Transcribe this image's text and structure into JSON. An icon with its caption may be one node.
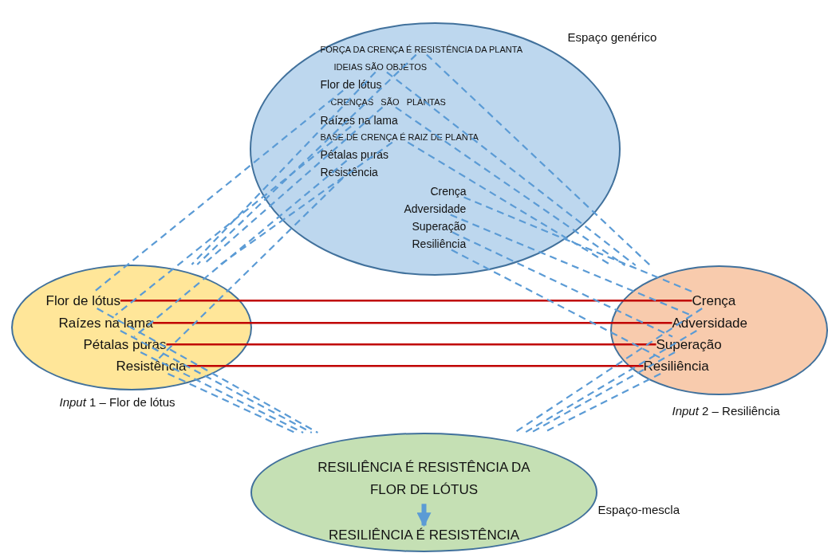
{
  "diagram": {
    "nodes": [
      {
        "text": [
          "Espaço genérico"
        ]
      },
      {
        "text": [
          "FORÇA DA CRENÇA É RESISTÊNCIA DA PLANTA"
        ],
        "in": 0
      },
      {
        "text": [
          "IDEIAS SÃO OBJETOS"
        ],
        "in": 0
      },
      {
        "text": [
          "Flor de lótus"
        ],
        "in": 0
      },
      {
        "text": [
          "CRENÇAS SÃO PLANTAS"
        ],
        "in": 0
      },
      {
        "text": [
          "Raízes na lama"
        ],
        "in": 0
      },
      {
        "text": [
          "BASE DE CRENÇA É RAIZ DE PLANTA"
        ],
        "in": 0
      },
      {
        "text": [
          "Pétalas puras"
        ],
        "in": 0
      },
      {
        "text": [
          "Resistência"
        ],
        "in": 0
      },
      {
        "text": [
          "Crença"
        ],
        "in": 0
      },
      {
        "text": [
          "Adversidade"
        ],
        "in": 0
      },
      {
        "text": [
          "Superação"
        ],
        "in": 0
      },
      {
        "text": [
          "Resiliência"
        ],
        "in": 0
      },
      {
        "text": [
          "*Input* 1 – Flor de lótus"
        ]
      },
      {
        "text": [
          "Flor de lótus"
        ],
        "in": 13
      },
      {
        "text": [
          "Raízes na lama"
        ],
        "in": 13
      },
      {
        "text": [
          "Pétalas puras"
        ],
        "in": 13
      },
      {
        "text": [
          "Resistência"
        ],
        "in": 13
      },
      {
        "text": [
          "*Input* 2 – Resiliência"
        ]
      },
      {
        "text": [
          "Crença"
        ],
        "in": 18
      },
      {
        "text": [
          "Adversidade"
        ],
        "in": 18
      },
      {
        "text": [
          "Superação"
        ],
        "in": 18
      },
      {
        "text": [
          "Resiliência"
        ],
        "in": 18
      },
      {
        "text": [
          "Espaço-mescla"
        ]
      },
      {
        "text": [
          "RESILIÊNCIA É RESISTÊNCIA DA FLOR DE LÓTUS"
        ],
        "in": 23
      },
      {
        "text": [
          "RESILIÊNCIA É RESISTÊNCIA"
        ],
        "in": 23
      }
    ],
    "edges": [
      {
        "from": 14,
        "to": 19,
        "arrow": "none",
        "color": "#c00000"
      },
      {
        "from": 15,
        "to": 20,
        "arrow": "none",
        "color": "#c00000"
      },
      {
        "from": 16,
        "to": 21,
        "arrow": "none",
        "color": "#c00000"
      },
      {
        "from": 17,
        "to": 22,
        "arrow": "none",
        "color": "#c00000"
      },
      {
        "from": 1,
        "to": 13,
        "arrow": "none",
        "style": "dashed"
      },
      {
        "from": 2,
        "to": 13,
        "arrow": "none",
        "style": "dashed"
      },
      {
        "from": 4,
        "to": 13,
        "arrow": "none",
        "style": "dashed"
      },
      {
        "from": 6,
        "to": 13,
        "arrow": "none",
        "style": "dashed"
      },
      {
        "from": 3,
        "to": 14,
        "arrow": "none",
        "style": "dashed"
      },
      {
        "from": 5,
        "to": 15,
        "arrow": "none",
        "style": "dashed"
      },
      {
        "from": 7,
        "to": 16,
        "arrow": "none",
        "style": "dashed"
      },
      {
        "from": 8,
        "to": 17,
        "arrow": "none",
        "style": "dashed"
      },
      {
        "from": 1,
        "to": 18,
        "arrow": "none",
        "style": "dashed"
      },
      {
        "from": 2,
        "to": 18,
        "arrow": "none",
        "style": "dashed"
      },
      {
        "from": 4,
        "to": 18,
        "arrow": "none",
        "style": "dashed"
      },
      {
        "from": 6,
        "to": 18,
        "arrow": "none",
        "style": "dashed"
      },
      {
        "from": 9,
        "to": 19,
        "arrow": "none",
        "style": "dashed"
      },
      {
        "from": 10,
        "to": 20,
        "arrow": "none",
        "style": "dashed"
      },
      {
        "from": 11,
        "to": 21,
        "arrow": "none",
        "style": "dashed"
      },
      {
        "from": 12,
        "to": 22,
        "arrow": "none",
        "style": "dashed"
      },
      {
        "from": 14,
        "to": 23,
        "arrow": "none",
        "style": "dashed"
      },
      {
        "from": 15,
        "to": 23,
        "arrow": "none",
        "style": "dashed"
      },
      {
        "from": 16,
        "to": 23,
        "arrow": "none",
        "style": "dashed"
      },
      {
        "from": 17,
        "to": 23,
        "arrow": "none",
        "style": "dashed"
      },
      {
        "from": 19,
        "to": 23,
        "arrow": "none",
        "style": "dashed"
      },
      {
        "from": 20,
        "to": 23,
        "arrow": "none",
        "style": "dashed"
      },
      {
        "from": 21,
        "to": 23,
        "arrow": "none",
        "style": "dashed"
      },
      {
        "from": 22,
        "to": 23,
        "arrow": "none",
        "style": "dashed"
      },
      {
        "from": 24,
        "to": 25,
        "arrow": "to",
        "style": "thick"
      }
    ]
  }
}
